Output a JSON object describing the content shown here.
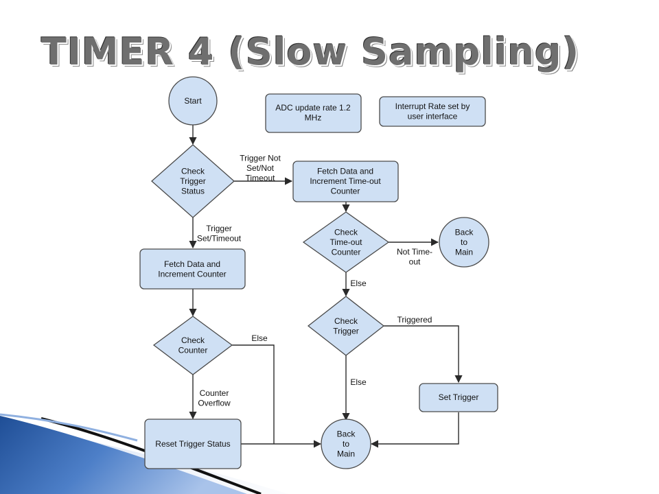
{
  "slide": {
    "title": "TIMER 4 (Slow Sampling)"
  },
  "nodes": {
    "start": [
      "Start"
    ],
    "note_adc": [
      "ADC update rate 1.2",
      "MHz"
    ],
    "note_interrupt": [
      "Interrupt Rate set by",
      "user interface"
    ],
    "check_trigger_status": [
      "Check",
      "Trigger",
      "Status"
    ],
    "fetch_timeout": [
      "Fetch Data and",
      "Increment Time-out",
      "Counter"
    ],
    "check_timeout": [
      "Check",
      "Time-out",
      "Counter"
    ],
    "back_main_top": [
      "Back",
      "to",
      "Main"
    ],
    "fetch_counter": [
      "Fetch Data and",
      "Increment Counter"
    ],
    "check_trigger": [
      "Check",
      "Trigger"
    ],
    "check_counter": [
      "Check",
      "Counter"
    ],
    "set_trigger": [
      "Set Trigger"
    ],
    "reset_trigger": [
      "Reset Trigger Status"
    ],
    "back_main_bottom": [
      "Back",
      "to",
      "Main"
    ]
  },
  "edge_labels": {
    "trigger_not_set": [
      "Trigger Not",
      "Set/Not",
      "Timeout"
    ],
    "trigger_set": [
      "Trigger",
      "Set/Timeout"
    ],
    "not_timeout": [
      "Not Time-",
      "out"
    ],
    "else_timeout": [
      "Else"
    ],
    "triggered": [
      "Triggered"
    ],
    "else_trigger": [
      "Else"
    ],
    "else_counter": [
      "Else"
    ],
    "counter_overflow": [
      "Counter",
      "Overflow"
    ]
  },
  "colors": {
    "node_fill": "#cfe0f4",
    "node_stroke": "#4a4a4a",
    "title": "#6f6f6f",
    "swoosh_blue": "#2d5da8"
  }
}
